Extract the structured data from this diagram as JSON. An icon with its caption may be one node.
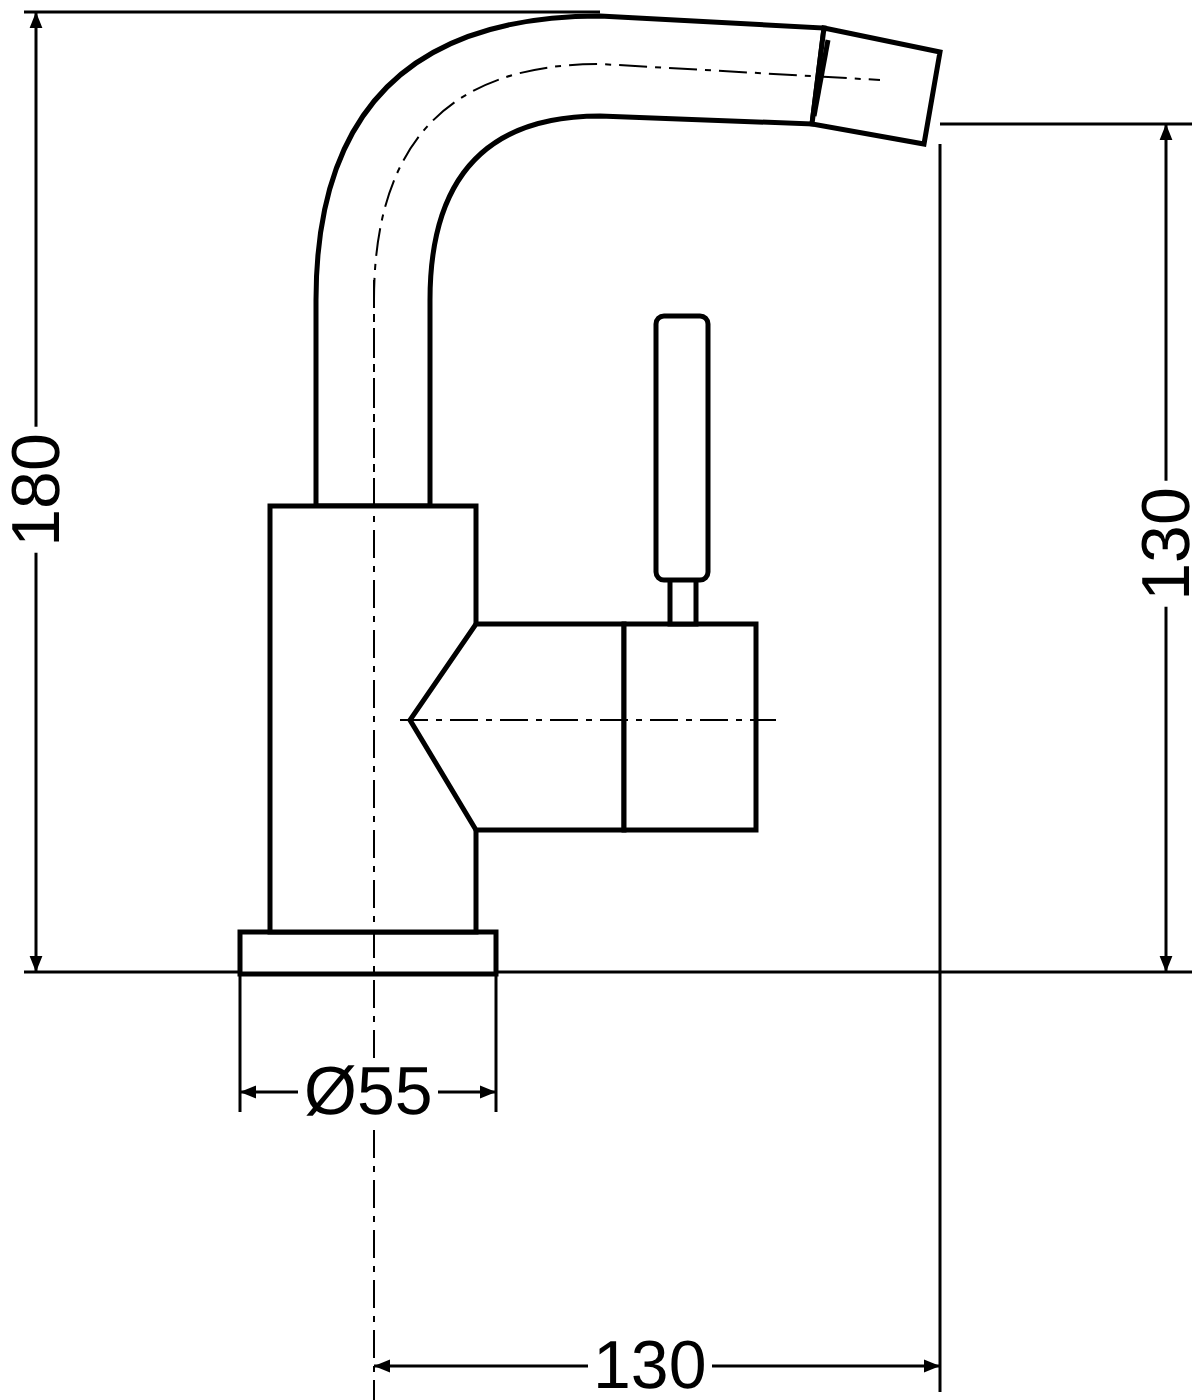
{
  "diagram": {
    "labels": [
      "180",
      "130",
      "Ø55",
      "130"
    ]
  }
}
